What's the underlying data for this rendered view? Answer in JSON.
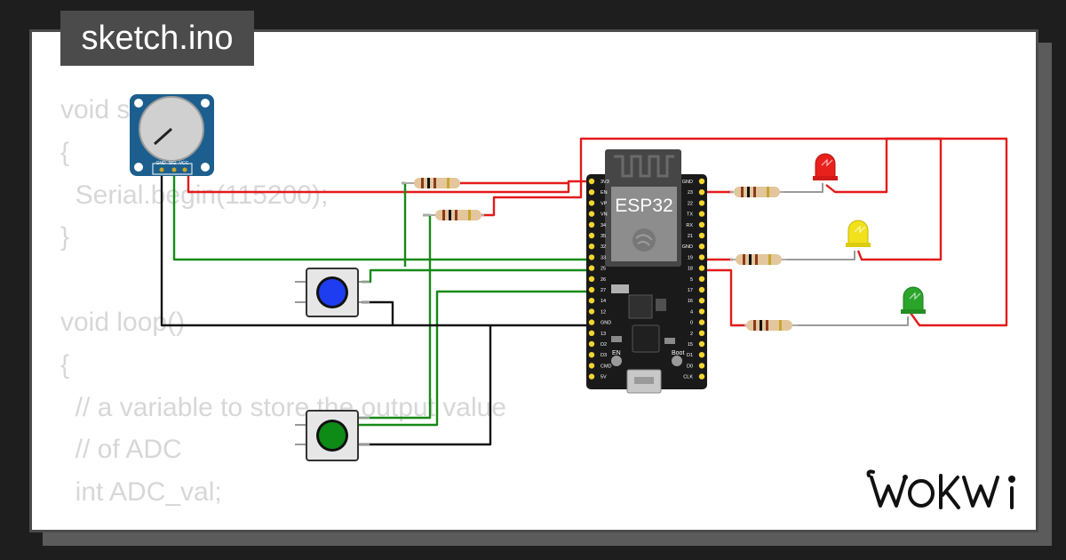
{
  "file_tab": {
    "label": "sketch.ino"
  },
  "code": {
    "lines": [
      "void setup()",
      "{",
      "  Serial.begin(115200);",
      "}",
      "",
      "void loop()",
      "{",
      "  // a variable to store the output value",
      "  // of ADC",
      "  int ADC_val;"
    ]
  },
  "potentiometer": {
    "pins": [
      "GND",
      "SIG",
      "VCC"
    ]
  },
  "board": {
    "label": "ESP32",
    "en_label": "EN",
    "boot_label": "Boot",
    "left_pins": [
      "3V3",
      "EN",
      "VP",
      "VN",
      "34",
      "35",
      "32",
      "33",
      "25",
      "26",
      "27",
      "14",
      "12",
      "GND",
      "13",
      "D2",
      "D3",
      "CMD",
      "5V"
    ],
    "right_pins": [
      "GND",
      "23",
      "22",
      "TX",
      "RX",
      "21",
      "GND",
      "19",
      "18",
      "5",
      "17",
      "16",
      "4",
      "0",
      "2",
      "15",
      "D1",
      "D0",
      "CLK"
    ]
  },
  "buttons": [
    {
      "name": "blue",
      "color": "#1e3df0"
    },
    {
      "name": "green",
      "color": "#0e8a17"
    }
  ],
  "leds": [
    {
      "name": "red",
      "color": "#e8211c"
    },
    {
      "name": "yellow",
      "color": "#f1e11b"
    },
    {
      "name": "green",
      "color": "#2aa52a"
    }
  ],
  "brand": {
    "logo": "WOKWi"
  },
  "colors": {
    "wire_red": "#e41a1a",
    "wire_green": "#168a16",
    "wire_black": "#111111",
    "board": "#1a1a1a",
    "pin": "#f2d530"
  }
}
